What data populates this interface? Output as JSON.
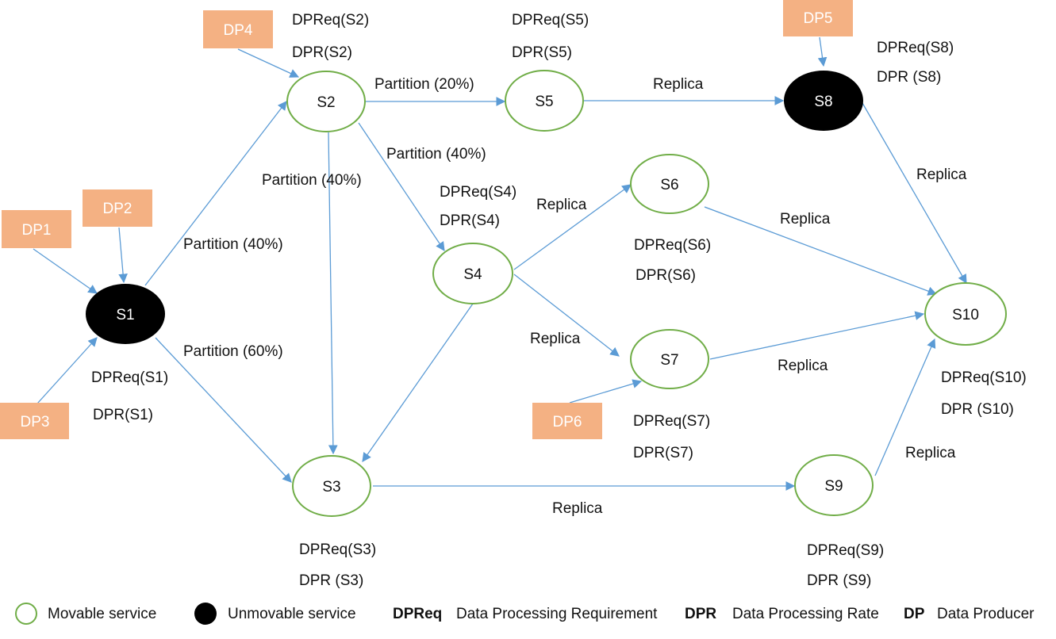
{
  "colors": {
    "edge": "#5B9BD5",
    "movable_stroke": "#70AD47",
    "unmovable_fill": "#000000",
    "dp_fill": "#F4B183"
  },
  "nodes": {
    "S1": "S1",
    "S2": "S2",
    "S3": "S3",
    "S4": "S4",
    "S5": "S5",
    "S6": "S6",
    "S7": "S7",
    "S8": "S8",
    "S9": "S9",
    "S10": "S10"
  },
  "producers": {
    "DP1": "DP1",
    "DP2": "DP2",
    "DP3": "DP3",
    "DP4": "DP4",
    "DP5": "DP5",
    "DP6": "DP6"
  },
  "node_labels": {
    "s1_req": "DPReq(S1)",
    "s1_rate": "DPR(S1)",
    "s2_req": "DPReq(S2)",
    "s2_rate": "DPR(S2)",
    "s3_req": "DPReq(S3)",
    "s3_rate": "DPR (S3)",
    "s4_req": "DPReq(S4)",
    "s4_rate": "DPR(S4)",
    "s5_req": "DPReq(S5)",
    "s5_rate": "DPR(S5)",
    "s6_req": "DPReq(S6)",
    "s6_rate": "DPR(S6)",
    "s7_req": "DPReq(S7)",
    "s7_rate": "DPR(S7)",
    "s8_req": "DPReq(S8)",
    "s8_rate": "DPR (S8)",
    "s9_req": "DPReq(S9)",
    "s9_rate": "DPR (S9)",
    "s10_req": "DPReq(S10)",
    "s10_rate": "DPR (S10)"
  },
  "edge_labels": {
    "s2_s5": "Partition (20%)",
    "s2_s4": "Partition (40%)",
    "s2_s3": "Partition (40%)",
    "s1_s2": "Partition (40%)",
    "s1_s3": "Partition (60%)",
    "s5_s8": "Replica",
    "s8_s10": "Replica",
    "s4_s6": "Replica",
    "s6_s10": "Replica",
    "s4_s7": "Replica",
    "s7_s10": "Replica",
    "s3_s9": "Replica",
    "s9_s10": "Replica"
  },
  "legend": {
    "movable": "Movable service",
    "unmovable": "Unmovable service",
    "dpreq_abbr": "DPReq",
    "dpreq_desc": "Data Processing Requirement",
    "dpr_abbr": "DPR",
    "dpr_desc": "Data Processing Rate",
    "dp_abbr": "DP",
    "dp_desc": "Data Producer"
  }
}
